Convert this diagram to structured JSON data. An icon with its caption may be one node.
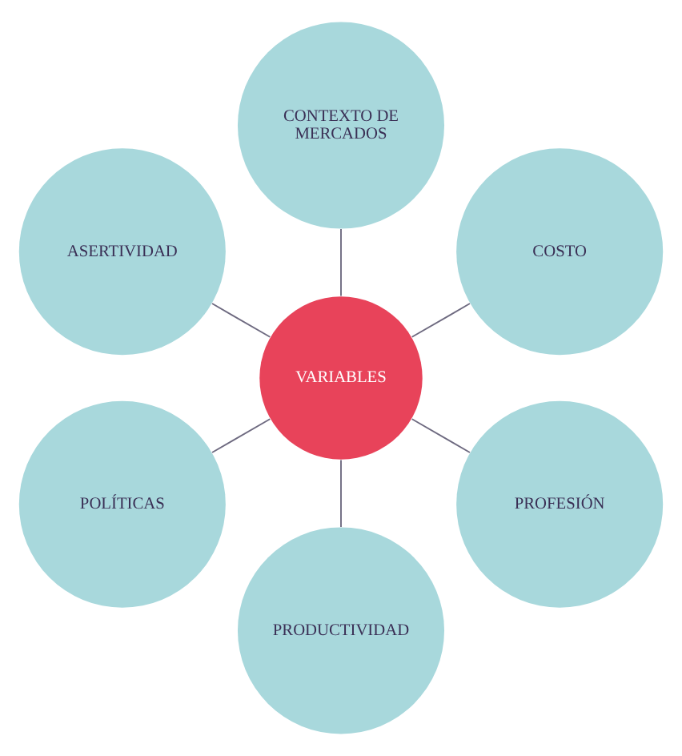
{
  "diagram": {
    "nodes": [
      {
        "text": [
          "COSTO"
        ]
      },
      {
        "text": [
          "CONTEXTO DE MERCADOS"
        ]
      },
      {
        "text": [
          "ASERTIVIDAD"
        ]
      },
      {
        "text": [
          "VARIABLES"
        ]
      },
      {
        "text": [
          "POLÍTICAS"
        ]
      },
      {
        "text": [
          "PRODUCTIVIDAD"
        ]
      },
      {
        "text": [
          "PROFESIÓN"
        ]
      }
    ],
    "edges": [
      {
        "from": 3,
        "to": 0,
        "arrow": "none"
      },
      {
        "from": 3,
        "to": 2,
        "arrow": "none"
      },
      {
        "from": 3,
        "to": 5,
        "arrow": "none"
      },
      {
        "from": 3,
        "to": 6,
        "arrow": "none"
      },
      {
        "from": 3,
        "to": 4,
        "arrow": "none"
      },
      {
        "from": 3,
        "to": 1,
        "arrow": "none"
      }
    ]
  }
}
